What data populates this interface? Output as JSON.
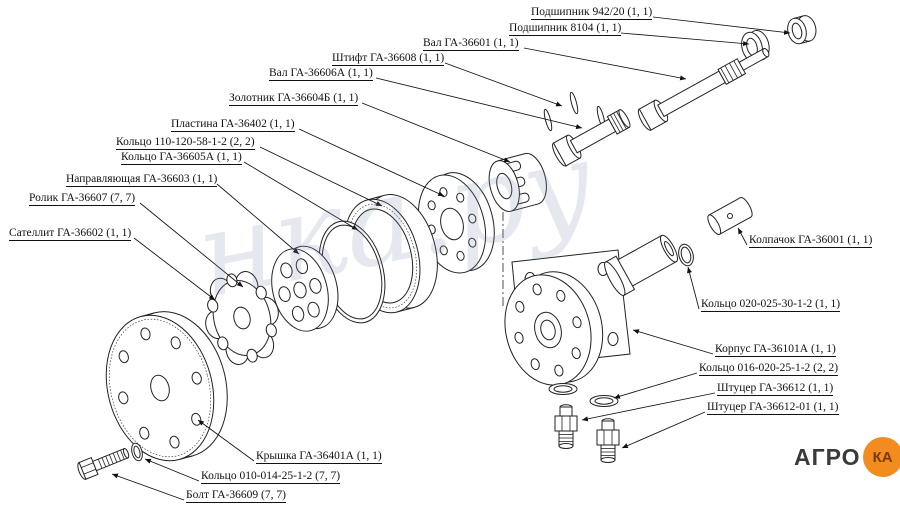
{
  "watermark": {
    "text": "нка.ру"
  },
  "logo": {
    "agro": "АГРО",
    "ka": "КА",
    "orange": "#f28c1e",
    "ka_color": "#7b3a00"
  },
  "colors": {
    "line": "#222222",
    "label_text": "#111111"
  },
  "labels": [
    {
      "id": "bearing-942-20",
      "text": "Подшипник 942/20 (1, 1)"
    },
    {
      "id": "bearing-8104",
      "text": "Подшипник 8104 (1, 1)"
    },
    {
      "id": "shaft-ga-36601",
      "text": "Вал ГА-36601 (1, 1)"
    },
    {
      "id": "pin-ga-36608",
      "text": "Штифт ГА-36608 (1, 1)"
    },
    {
      "id": "shaft-ga-36606a",
      "text": "Вал ГА-36606А (1, 1)"
    },
    {
      "id": "spool-ga-36604b",
      "text": "Золотник ГА-36604Б (1, 1)"
    },
    {
      "id": "plate-ga-36402",
      "text": "Пластина ГА-36402 (1, 1)"
    },
    {
      "id": "ring-110-120",
      "text": "Кольцо 110-120-58-1-2 (2, 2)"
    },
    {
      "id": "ring-ga-36605a",
      "text": "Кольцо ГА-36605А (1, 1)"
    },
    {
      "id": "guide-ga-36603",
      "text": "Направляющая ГА-36603 (1, 1)"
    },
    {
      "id": "roller-ga-36607",
      "text": "Ролик ГА-36607 (7, 7)"
    },
    {
      "id": "satellite-ga-36602",
      "text": "Сателлит ГА-36602 (1, 1)"
    },
    {
      "id": "cap-ga-36001",
      "text": "Колпачок ГА-36001 (1, 1)"
    },
    {
      "id": "ring-020-025",
      "text": "Кольцо 020-025-30-1-2 (1, 1)"
    },
    {
      "id": "body-ga-36101a",
      "text": "Корпус ГА-36101А (1, 1)"
    },
    {
      "id": "ring-016-020",
      "text": "Кольцо 016-020-25-1-2 (2, 2)"
    },
    {
      "id": "fitting-ga-36612",
      "text": "Штуцер ГА-36612 (1, 1)"
    },
    {
      "id": "fitting-ga-36612-01",
      "text": "Штуцер ГА-36612-01 (1, 1)"
    },
    {
      "id": "cover-ga-36401a",
      "text": "Крышка ГА-36401А (1, 1)"
    },
    {
      "id": "ring-010-014",
      "text": "Кольцо 010-014-25-1-2 (7, 7)"
    },
    {
      "id": "bolt-ga-36609",
      "text": "Болт ГА-36609 (7, 7)"
    }
  ]
}
